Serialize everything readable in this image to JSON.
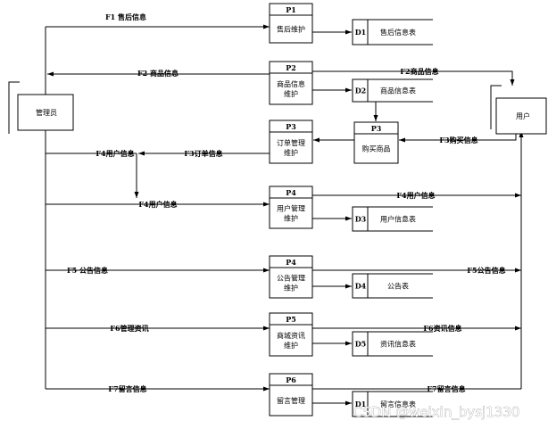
{
  "entities": {
    "admin": "管理员",
    "user": "用户"
  },
  "processes": [
    {
      "id": "P1",
      "label": [
        "售后维护"
      ]
    },
    {
      "id": "P2",
      "label": [
        "商品信息",
        "维护"
      ]
    },
    {
      "id": "P3",
      "label": [
        "订单管理",
        "维护"
      ]
    },
    {
      "id": "P3",
      "label": [
        "购买商品"
      ]
    },
    {
      "id": "P4",
      "label": [
        "用户管理",
        "维护"
      ]
    },
    {
      "id": "P4",
      "label": [
        "公告管理",
        "维护"
      ]
    },
    {
      "id": "P5",
      "label": [
        "商城资讯",
        "维护"
      ]
    },
    {
      "id": "P6",
      "label": [
        "留言管理"
      ]
    }
  ],
  "stores": [
    {
      "id": "D1",
      "name": "售后信息表"
    },
    {
      "id": "D2",
      "name": "商品信息表"
    },
    {
      "id": "D3",
      "name": "用户信息表"
    },
    {
      "id": "D4",
      "name": "公告表"
    },
    {
      "id": "D5",
      "name": "资讯信息表"
    },
    {
      "id": "D1",
      "name": "留言信息表"
    }
  ],
  "flows": {
    "f1": "F1 售后信息",
    "f2": "F2 商品信息",
    "f2_user": "F2商品信息",
    "f3_buy": "F3购买信息",
    "f3_order": "F3订单信息",
    "f4_user_a": "F4用户信息",
    "f4_user_b": "F4用户信息",
    "f4_user_c": "F4用户信息",
    "f5_left": "F5 公告信息",
    "f5_right": "F5公告信息",
    "f6_left": "F6管理资讯",
    "f6_right": "F6资讯信息",
    "f7_left": "F7留言信息",
    "f7_right": "F7留言信息"
  },
  "watermark": "CSDN @weixin_bysj1330"
}
